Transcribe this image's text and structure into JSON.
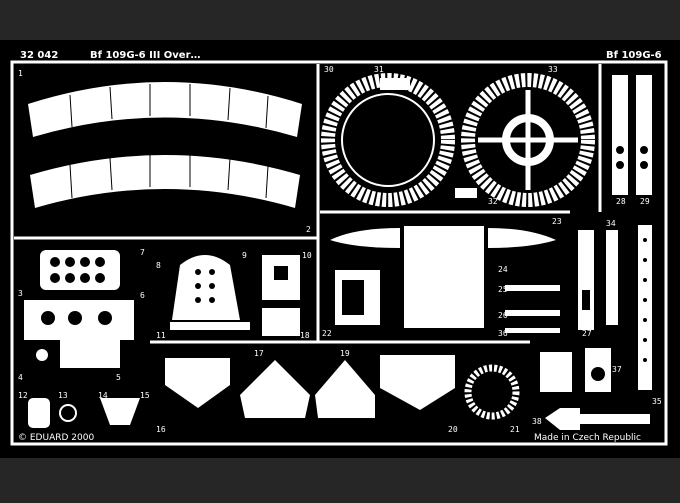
{
  "sheet": {
    "code": "32 042",
    "title": "Bf 109G-6 III Over…",
    "top_right": "Bf 109G-6",
    "copyright": "© EDUARD 2000",
    "made_in": "Made in Czech Republic"
  },
  "parts": [
    "1",
    "2",
    "3",
    "4",
    "5",
    "6",
    "7",
    "8",
    "9",
    "10",
    "11",
    "12",
    "13",
    "14",
    "15",
    "16",
    "17",
    "18",
    "19",
    "20",
    "21",
    "22",
    "23",
    "24",
    "25",
    "26",
    "27",
    "28",
    "29",
    "30",
    "31",
    "32",
    "33",
    "34",
    "35",
    "36",
    "37",
    "38"
  ],
  "colors": {
    "background": "#000000",
    "metal": "#ffffff"
  }
}
